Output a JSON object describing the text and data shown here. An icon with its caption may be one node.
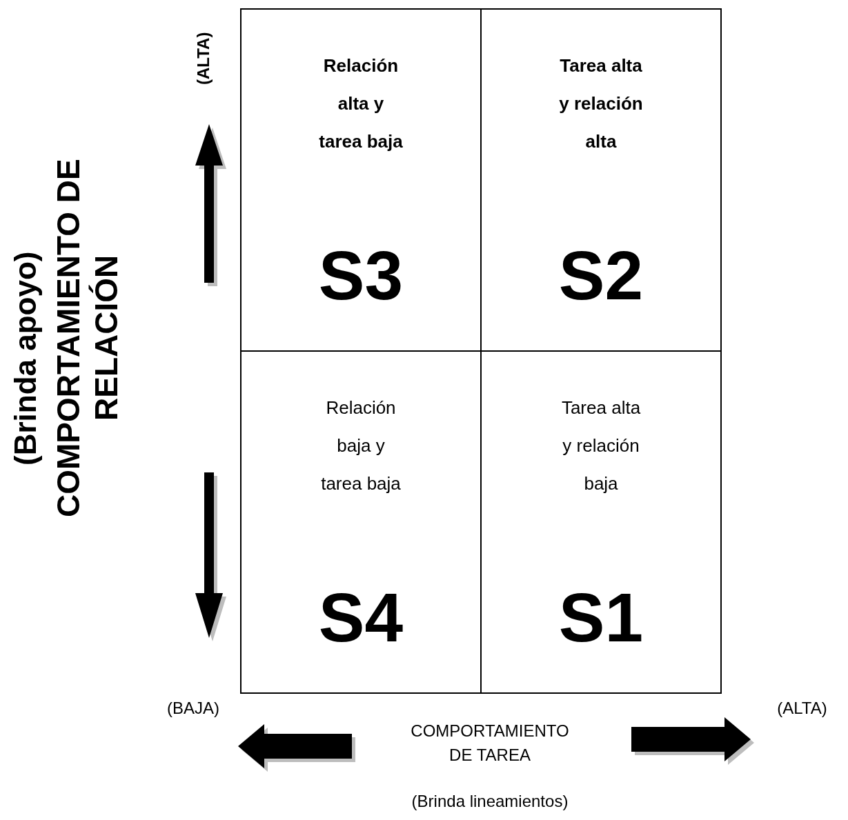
{
  "diagram": {
    "nodes": [
      {
        "text": [
          "Relación alta y tarea baja",
          "S3"
        ]
      },
      {
        "text": [
          "Tarea alta y relación alta",
          "S2"
        ]
      },
      {
        "text": [
          "Relación baja y tarea baja",
          "S4"
        ]
      },
      {
        "text": [
          "Tarea alta y relación baja",
          "S1"
        ]
      }
    ],
    "labels": [
      "(ALTA)",
      "(Brinda apoyo)",
      "COMPORTAMIENTO DE RELACIÓN",
      "(BAJA)",
      "(ALTA)",
      "COMPORTAMIENTO DE TAREA",
      "(Brinda lineamientos)"
    ]
  }
}
